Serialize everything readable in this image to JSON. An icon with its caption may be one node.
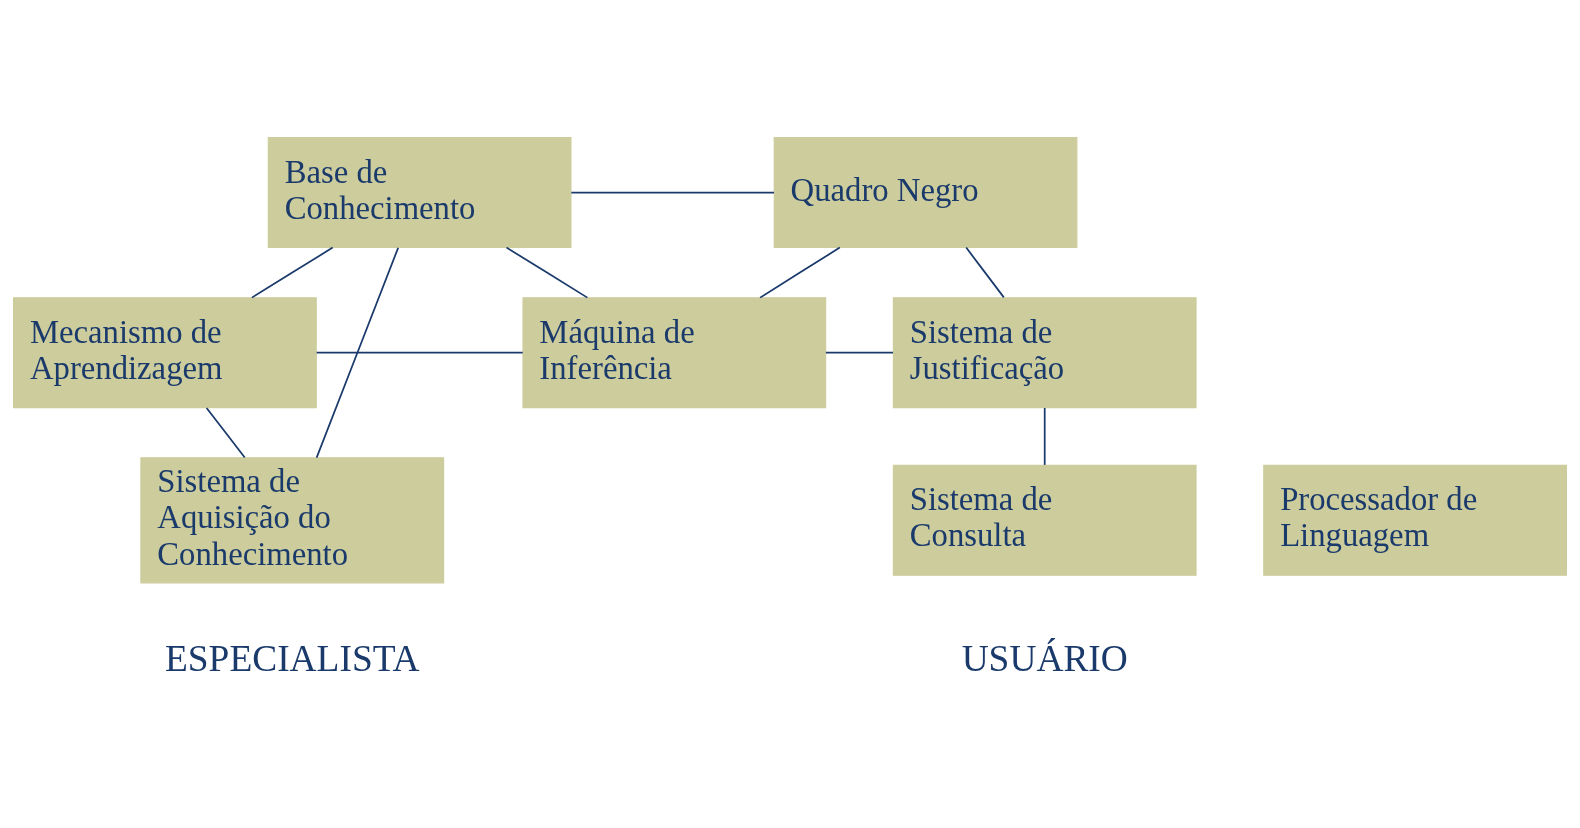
{
  "diagram": {
    "nodes": [
      {
        "text": [
          "Base de Conhecimento"
        ]
      },
      {
        "text": [
          "Quadro Negro"
        ]
      },
      {
        "text": [
          "Mecanismo de Aprendizagem"
        ]
      },
      {
        "text": [
          "Máquina de Inferência"
        ]
      },
      {
        "text": [
          "Sistema de Justificação"
        ]
      },
      {
        "text": [
          "Sistema de Aquisição do Conhecimento"
        ]
      },
      {
        "text": [
          "Processador de Linguagem"
        ]
      },
      {
        "text": [
          "Sistema de Consulta"
        ]
      }
    ],
    "edges": [
      {
        "from": 0,
        "to": 1,
        "arrow": "none"
      },
      {
        "from": 0,
        "to": 3,
        "arrow": "none"
      },
      {
        "from": 1,
        "to": 3,
        "arrow": "none"
      },
      {
        "from": 0,
        "to": 2,
        "arrow": "none"
      },
      {
        "from": 2,
        "to": 3,
        "arrow": "none"
      },
      {
        "from": 3,
        "to": 4,
        "arrow": "none"
      },
      {
        "from": 1,
        "to": 4,
        "arrow": "none"
      },
      {
        "from": 4,
        "to": 7,
        "arrow": "none"
      },
      {
        "from": 0,
        "to": 5,
        "arrow": "none"
      },
      {
        "from": 2,
        "to": 5,
        "arrow": "none"
      }
    ],
    "labels": [
      "ESPECIALISTA",
      "USUÁRIO"
    ]
  }
}
